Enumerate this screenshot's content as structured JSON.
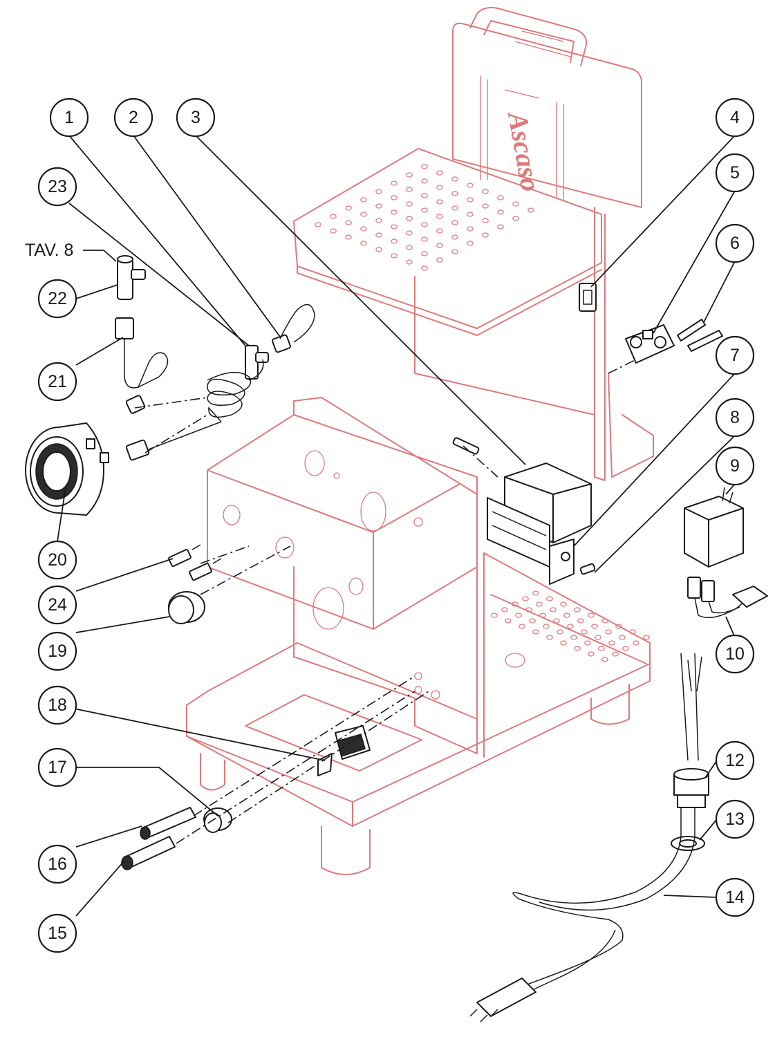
{
  "reference_label": "TAV. 8",
  "brand_logo_text": "Ascaso",
  "callouts": [
    {
      "id": "1",
      "label": "1"
    },
    {
      "id": "2",
      "label": "2"
    },
    {
      "id": "3",
      "label": "3"
    },
    {
      "id": "4",
      "label": "4"
    },
    {
      "id": "5",
      "label": "5"
    },
    {
      "id": "6",
      "label": "6"
    },
    {
      "id": "7",
      "label": "7"
    },
    {
      "id": "8",
      "label": "8"
    },
    {
      "id": "9",
      "label": "9"
    },
    {
      "id": "10",
      "label": "10"
    },
    {
      "id": "12",
      "label": "12"
    },
    {
      "id": "13",
      "label": "13"
    },
    {
      "id": "14",
      "label": "14"
    },
    {
      "id": "15",
      "label": "15"
    },
    {
      "id": "16",
      "label": "16"
    },
    {
      "id": "17",
      "label": "17"
    },
    {
      "id": "18",
      "label": "18"
    },
    {
      "id": "19",
      "label": "19"
    },
    {
      "id": "20",
      "label": "20"
    },
    {
      "id": "21",
      "label": "21"
    },
    {
      "id": "22",
      "label": "22"
    },
    {
      "id": "23",
      "label": "23"
    },
    {
      "id": "24",
      "label": "24"
    }
  ],
  "colors": {
    "frame_outline": "#e0797a",
    "part_outline": "#1a1a1a",
    "background": "#ffffff"
  }
}
